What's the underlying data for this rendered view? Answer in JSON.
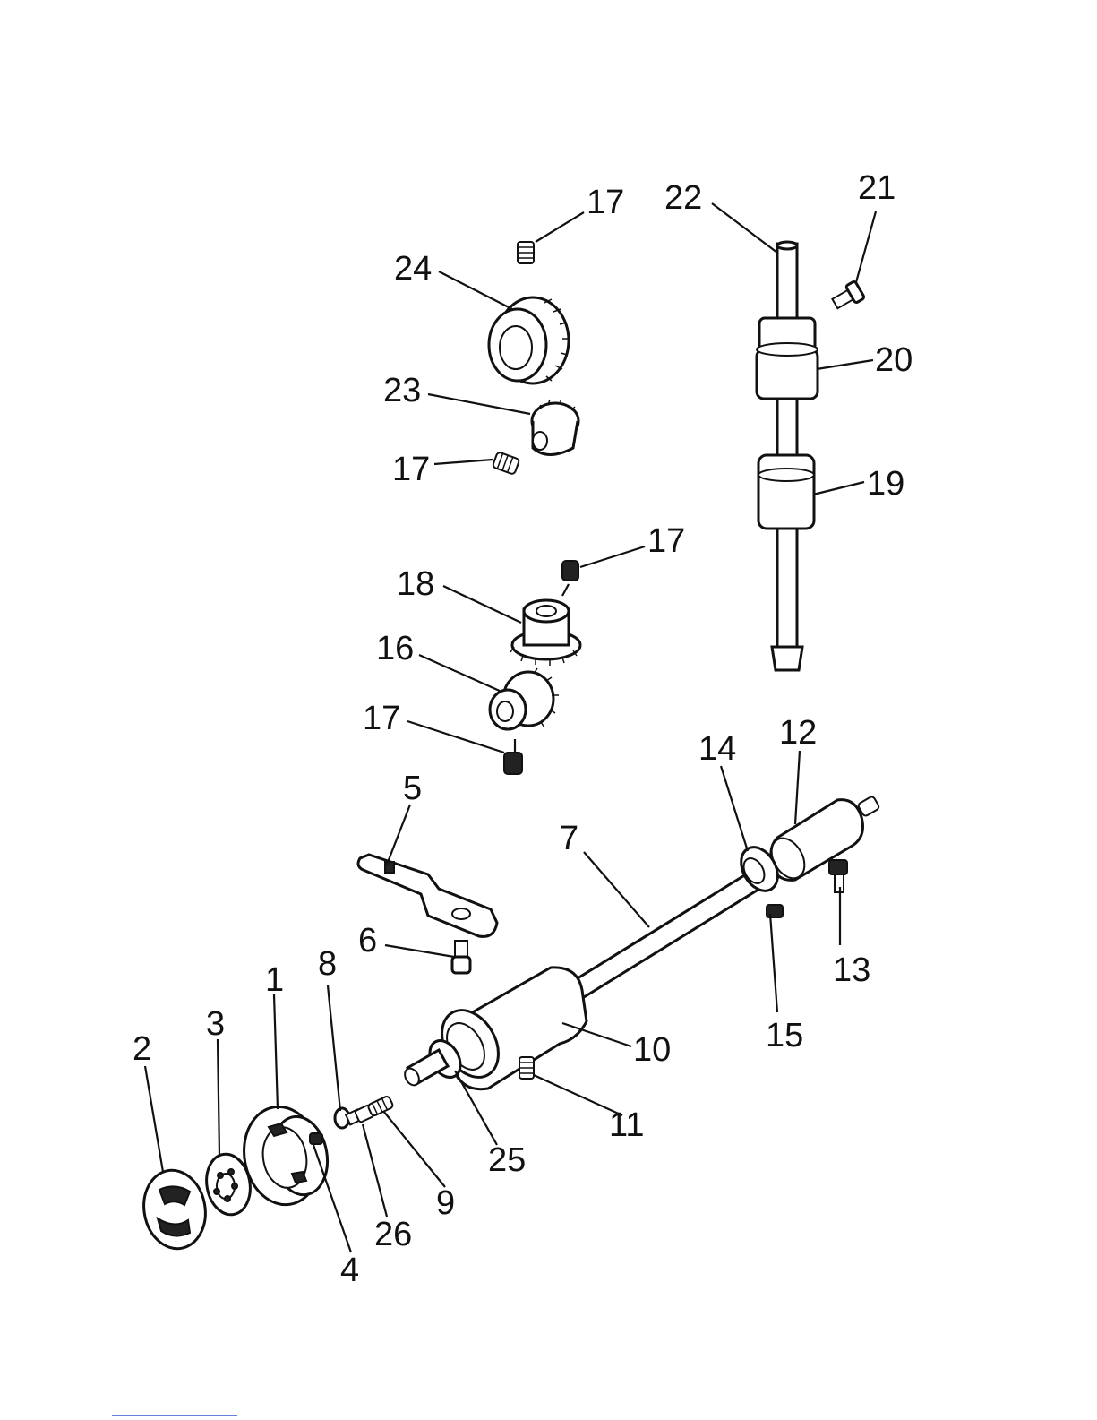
{
  "diagram": {
    "labels": {
      "p1": "1",
      "p2": "2",
      "p3": "3",
      "p4": "4",
      "p5": "5",
      "p6": "6",
      "p7": "7",
      "p8": "8",
      "p9": "9",
      "p10": "10",
      "p11": "11",
      "p12": "12",
      "p13": "13",
      "p14": "14",
      "p15": "15",
      "p16": "16",
      "p17a": "17",
      "p17b": "17",
      "p17c": "17",
      "p17d": "17",
      "p18": "18",
      "p19": "19",
      "p20": "20",
      "p21": "21",
      "p22": "22",
      "p23": "23",
      "p24": "24",
      "p25": "25",
      "p26": "26"
    }
  }
}
